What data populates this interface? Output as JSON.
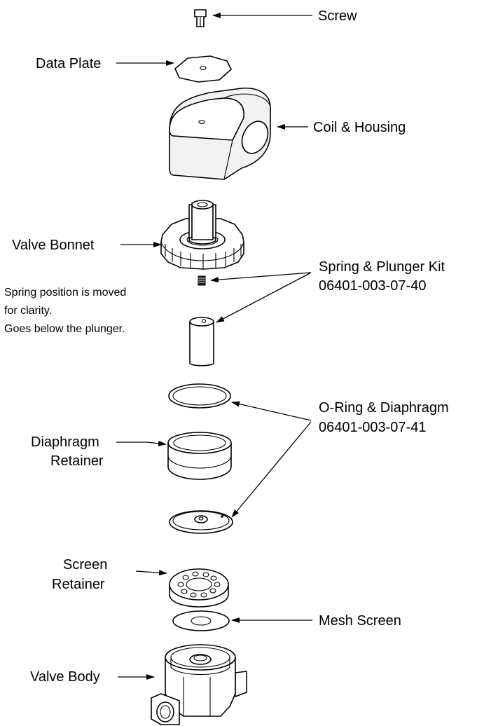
{
  "labels": {
    "screw": "Screw",
    "data_plate": "Data Plate",
    "coil_housing": "Coil & Housing",
    "valve_bonnet": "Valve Bonnet",
    "spring_plunger_title": "Spring & Plunger Kit",
    "spring_plunger_pn": "06401-003-07-40",
    "oring_diaphragm_title": "O-Ring & Diaphragm",
    "oring_diaphragm_pn": "06401-003-07-41",
    "diaphragm_retainer_1": "Diaphragm",
    "diaphragm_retainer_2": "Retainer",
    "screen_retainer_1": "Screen",
    "screen_retainer_2": "Retainer",
    "mesh_screen": "Mesh Screen",
    "valve_body": "Valve Body"
  },
  "note": {
    "line1": "Spring position is moved",
    "line2": "for clarity.",
    "line3": "Goes below the plunger."
  }
}
